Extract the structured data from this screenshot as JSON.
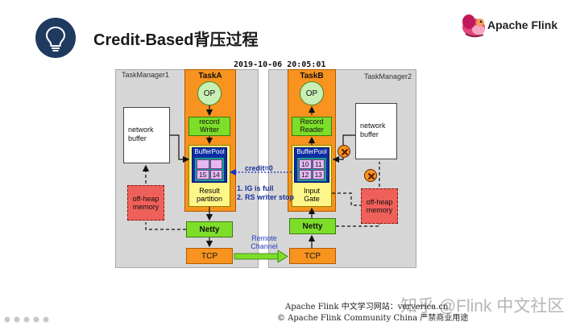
{
  "header": {
    "title": "Credit-Based背压过程",
    "brand": "Apache Flink"
  },
  "diagram": {
    "timestamp": "2019-10-06 20:05:01",
    "tm1_label": "TaskManager1",
    "tm2_label": "TaskManager2",
    "taskA": {
      "title": "TaskA",
      "op": "OP",
      "writer_line1": "record",
      "writer_line2": "Writer",
      "bufferpool": "BufferPool",
      "cells": [
        "",
        "",
        "15",
        "14"
      ],
      "partition_line1": "Result",
      "partition_line2": "partition"
    },
    "taskB": {
      "title": "TaskB",
      "op": "OP",
      "reader_line1": "Record",
      "reader_line2": "Reader",
      "bufferpool": "BufferPool",
      "cells": [
        "10",
        "11",
        "12",
        "13"
      ],
      "gate_line1": "Input",
      "gate_line2": "Gate"
    },
    "network_buffer_left_line1": "network",
    "network_buffer_left_line2": "buffer",
    "network_buffer_right_line1": "network",
    "network_buffer_right_line2": "buffer",
    "offheap_left_line1": "off-heap",
    "offheap_left_line2": "memory",
    "offheap_right_line1": "off-heap",
    "offheap_right_line2": "memory",
    "netty_left": "Netty",
    "netty_right": "Netty",
    "tcp_left": "TCP",
    "tcp_right": "TCP",
    "credit": "credit=0",
    "note1": "1. IG is full",
    "note2": "2. RS writer stop",
    "remote_line1": "Remote",
    "remote_line2": "Channel",
    "colors": {
      "task": "#f7931e",
      "green": "#7dde2a",
      "bufferpool": "#0d2ea3",
      "offheap": "#f0605a",
      "panel": "#d6d6d6"
    }
  },
  "footer": {
    "line1": "Apache Flink 中文学习网站：ververica.cn",
    "line2": "© Apache Flink Community China   严禁商业用途",
    "watermark": "知乎 @Flink 中文社区"
  }
}
